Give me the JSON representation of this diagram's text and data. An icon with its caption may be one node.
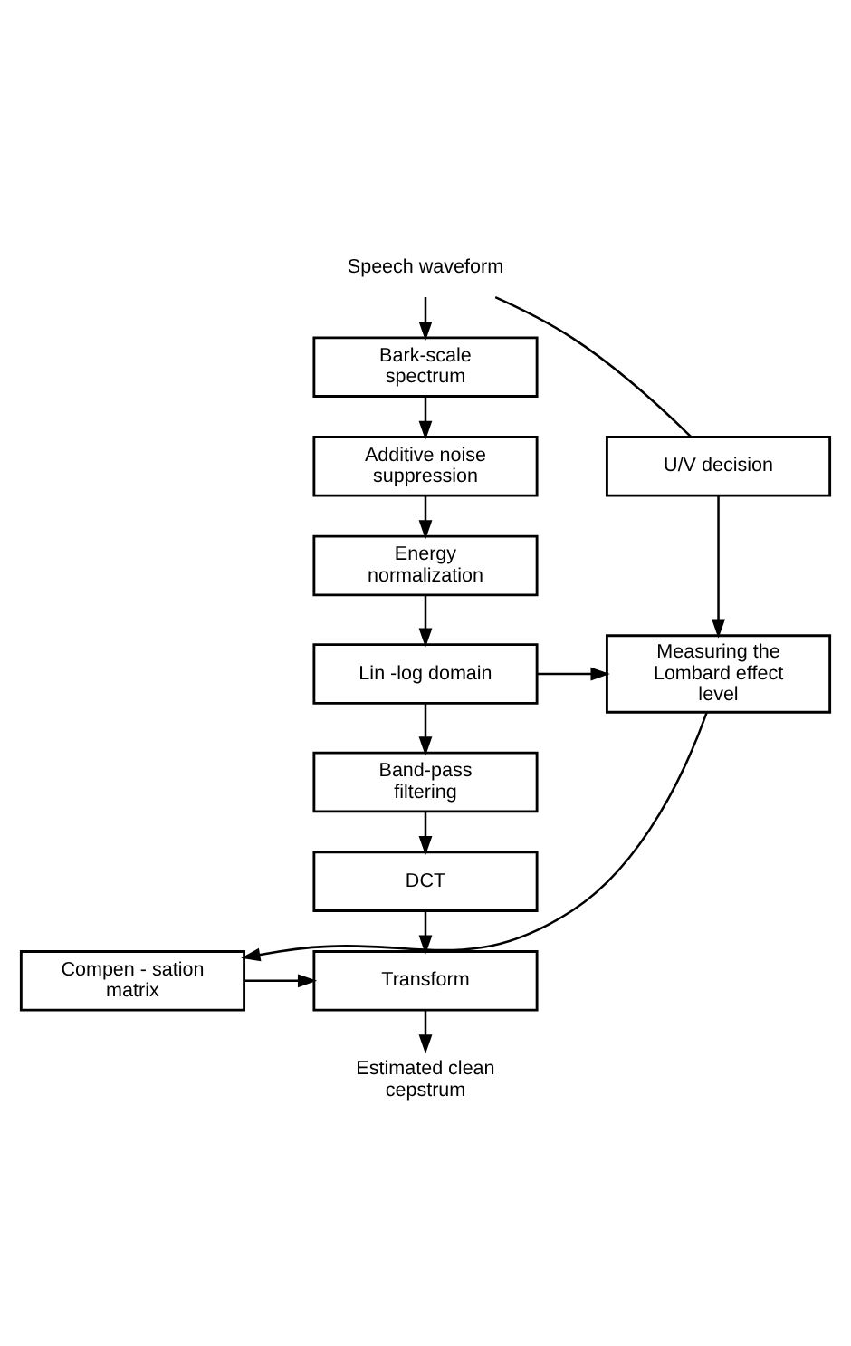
{
  "diagram": {
    "nodes": [
      {
        "text": [
          "Speech waveform"
        ]
      },
      {
        "text": [
          "Bark-scale spectrum"
        ]
      },
      {
        "text": [
          "Additive noise suppression"
        ]
      },
      {
        "text": [
          "Energy normalization"
        ]
      },
      {
        "text": [
          "Lin -log domain"
        ]
      },
      {
        "text": [
          "Band-pass filtering"
        ]
      },
      {
        "text": [
          "DCT"
        ]
      },
      {
        "text": [
          "Transform"
        ]
      },
      {
        "text": [
          "Estimated clean cepstrum"
        ]
      },
      {
        "text": [
          "U/V decision"
        ]
      },
      {
        "text": [
          "Measuring the Lombard effect level"
        ]
      },
      {
        "text": [
          "Compen - sation matrix"
        ]
      }
    ],
    "edges": [
      {
        "from": 0,
        "to": 1,
        "arrow": "to"
      },
      {
        "from": 0,
        "to": 9,
        "arrow": "none"
      },
      {
        "from": 1,
        "to": 2,
        "arrow": "to"
      },
      {
        "from": 2,
        "to": 3,
        "arrow": "to"
      },
      {
        "from": 3,
        "to": 4,
        "arrow": "to"
      },
      {
        "from": 4,
        "to": 5,
        "arrow": "to"
      },
      {
        "from": 4,
        "to": 10,
        "arrow": "to"
      },
      {
        "from": 9,
        "to": 10,
        "arrow": "to"
      },
      {
        "from": 5,
        "to": 6,
        "arrow": "to"
      },
      {
        "from": 6,
        "to": 7,
        "arrow": "to"
      },
      {
        "from": 10,
        "to": 11,
        "arrow": "to"
      },
      {
        "from": 11,
        "to": 7,
        "arrow": "to"
      },
      {
        "from": 7,
        "to": 8,
        "arrow": "to"
      }
    ]
  }
}
